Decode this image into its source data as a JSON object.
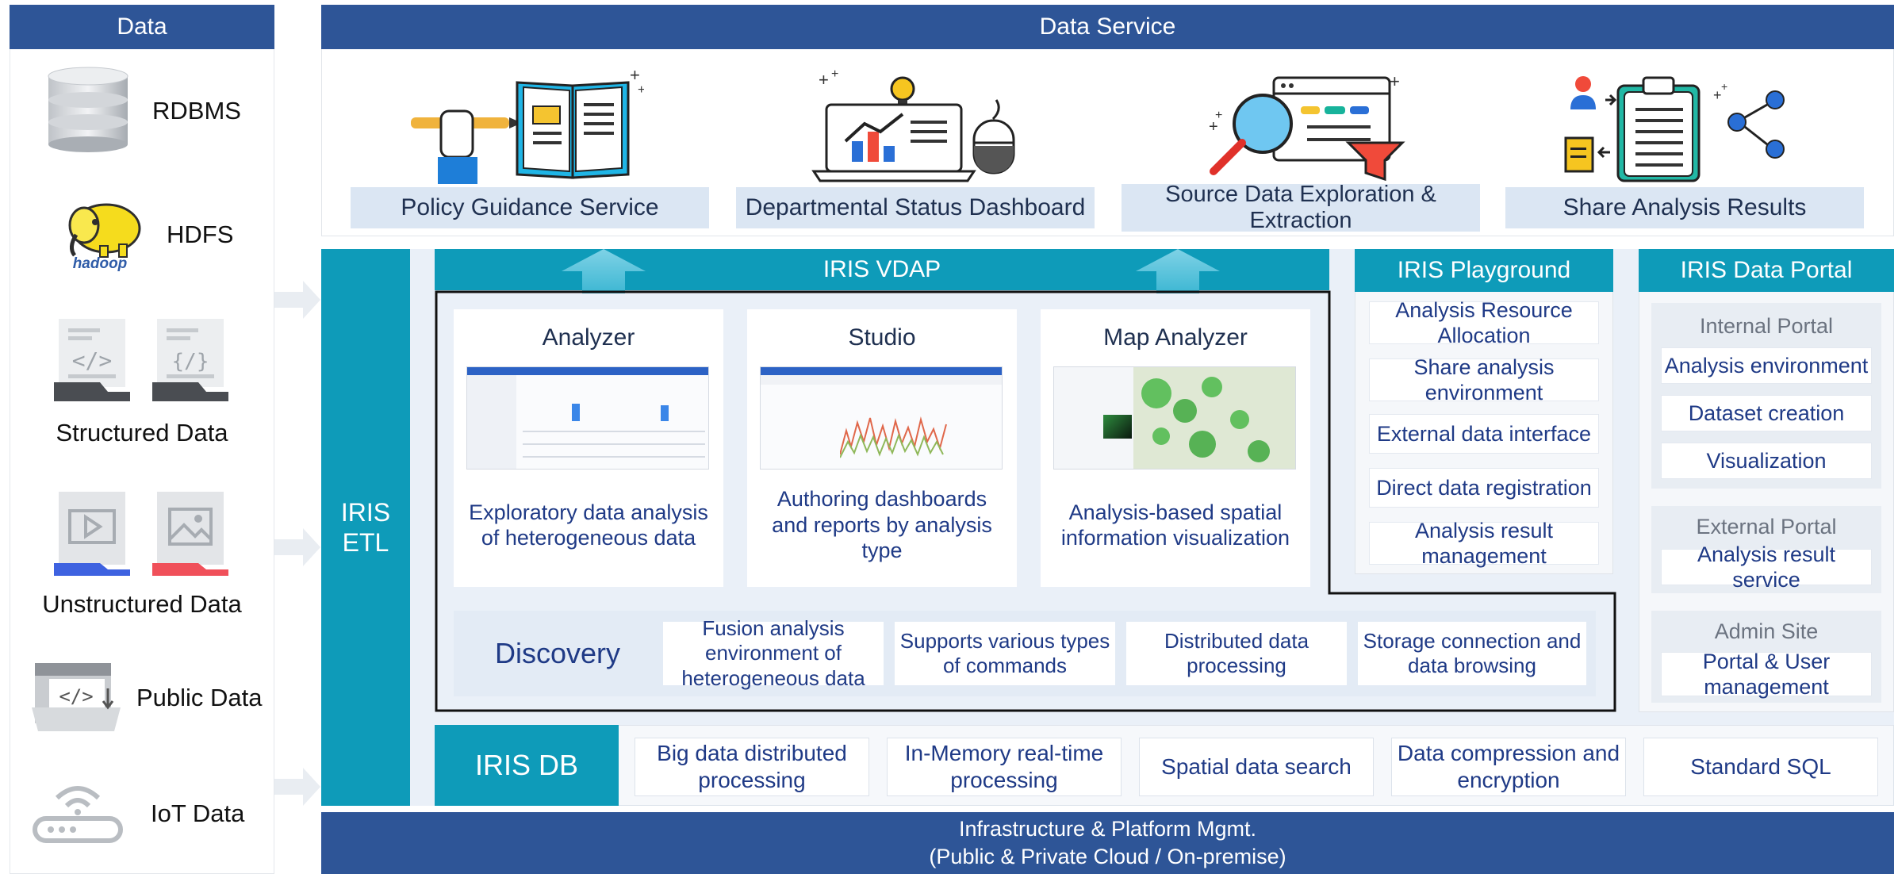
{
  "data_panel": {
    "title": "Data",
    "items": [
      {
        "label": "RDBMS",
        "icon": "database-icon"
      },
      {
        "label": "HDFS",
        "icon": "hadoop-elephant-icon",
        "logo_text": "hadoop"
      },
      {
        "label": "Structured Data",
        "icon": "code-file-icon"
      },
      {
        "label": "Unstructured Data",
        "icon": "media-file-icon"
      },
      {
        "label": "Public Data",
        "icon": "code-folder-icon"
      },
      {
        "label": "IoT Data",
        "icon": "wifi-router-icon"
      }
    ]
  },
  "data_service": {
    "title": "Data Service",
    "services": [
      {
        "label": "Policy Guidance Service",
        "icon": "book-pencil-icon"
      },
      {
        "label": "Departmental Status Dashboard",
        "icon": "laptop-chart-icon"
      },
      {
        "label": "Source Data Exploration &\nExtraction",
        "icon": "search-filter-icon"
      },
      {
        "label": "Share Analysis Results",
        "icon": "clipboard-share-icon"
      }
    ]
  },
  "etl": {
    "label": "IRIS\nETL"
  },
  "vdap": {
    "title": "IRIS VDAP",
    "modules": [
      {
        "title": "Analyzer",
        "desc": "Exploratory data analysis\nof heterogeneous data"
      },
      {
        "title": "Studio",
        "desc": "Authoring dashboards\nand reports by analysis\ntype"
      },
      {
        "title": "Map Analyzer",
        "desc": "Analysis-based spatial\ninformation visualization"
      }
    ],
    "discovery": {
      "title": "Discovery",
      "features": [
        "Fusion analysis\nenvironment of\nheterogeneous data",
        "Supports various types\nof commands",
        "Distributed data\nprocessing",
        "Storage connection and\ndata browsing"
      ]
    }
  },
  "playground": {
    "title": "IRIS Playground",
    "items": [
      "Analysis Resource\nAllocation",
      "Share analysis\nenvironment",
      "External data interface",
      "Direct data registration",
      "Analysis result\nmanagement"
    ]
  },
  "portal": {
    "title": "IRIS Data Portal",
    "groups": [
      {
        "title": "Internal Portal",
        "items": [
          "Analysis environment",
          "Dataset creation",
          "Visualization"
        ]
      },
      {
        "title": "External Portal",
        "items": [
          "Analysis result service"
        ]
      },
      {
        "title": "Admin Site",
        "items": [
          "Portal & User\nmanagement"
        ]
      }
    ]
  },
  "iris_db": {
    "title": "IRIS DB",
    "features": [
      "Big data distributed\nprocessing",
      "In-Memory real-time\nprocessing",
      "Spatial data search",
      "Data compression and\nencryption",
      "Standard SQL"
    ]
  },
  "infrastructure": {
    "label": "Infrastructure & Platform Mgmt.\n(Public & Private Cloud / On-premise)"
  },
  "colors": {
    "navy": "#2e5597",
    "teal": "#0e9bb9",
    "pane": "#eaf0f8",
    "label_blue": "#1f3a86"
  }
}
